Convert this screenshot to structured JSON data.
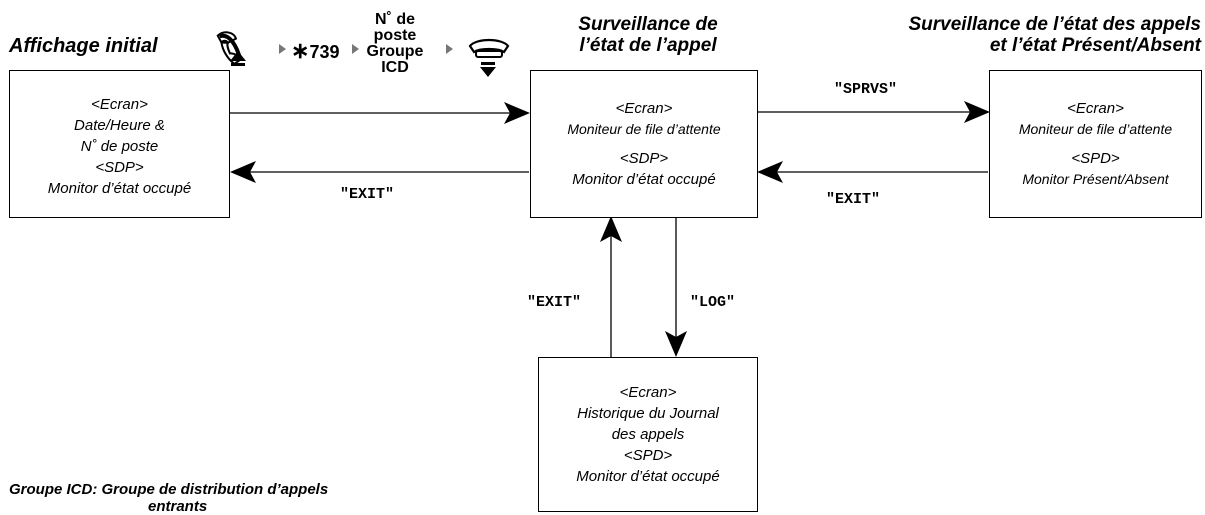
{
  "headings": {
    "initial": "Affichage initial",
    "call_status_line1": "Surveillance de",
    "call_status_line2": "l’état de l’appel",
    "presence_line1": "Surveillance de l’état des appels",
    "presence_line2": "et l’état Présent/Absent"
  },
  "sequence": {
    "code": "739",
    "star": "∗",
    "target_lines": [
      "N˚ de",
      "poste",
      "Groupe",
      "ICD"
    ]
  },
  "boxes": {
    "initial": [
      "<Ecran>",
      "Date/Heure &",
      "N˚ de poste",
      "<SDP>",
      "Monitor d’état occupé"
    ],
    "call_status": {
      "screen": "<Ecran>",
      "screen_text": "Moniteur de file d’attente",
      "sdp": "<SDP>",
      "sdp_text": "Monitor d’état occupé"
    },
    "presence": {
      "screen": "<Ecran>",
      "screen_text": "Moniteur de file d’attente",
      "spd": "<SPD>",
      "spd_text": "Monitor Présent/Absent"
    },
    "log": [
      "<Ecran>",
      "Historique du Journal",
      "des appels",
      "<SPD>",
      "Monitor d’état occupé"
    ]
  },
  "transitions": {
    "exit_left": "\"EXIT\"",
    "sprvs": "\"SPRVS\"",
    "exit_right": "\"EXIT\"",
    "exit_up": "\"EXIT\"",
    "log": "\"LOG\""
  },
  "footnote": {
    "line1": "Groupe ICD: Groupe de distribution d’appels",
    "line2": "entrants"
  }
}
